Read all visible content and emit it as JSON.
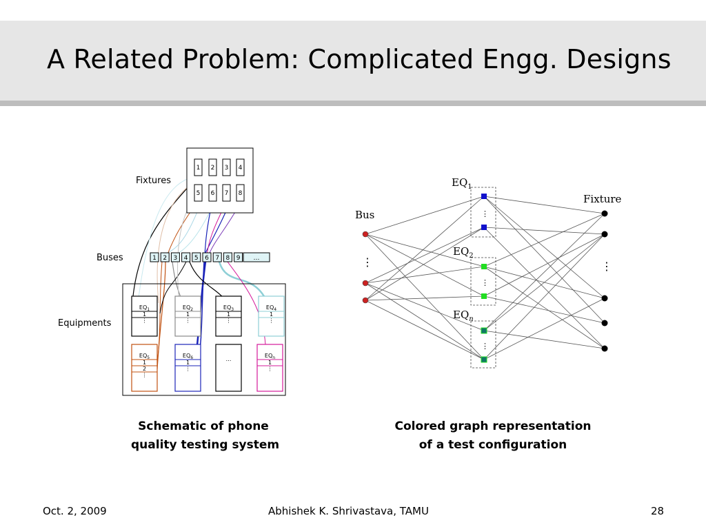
{
  "slide": {
    "title": "A Related Problem: Complicated Engg. Designs"
  },
  "schematic": {
    "label_fixtures": "Fixtures",
    "label_buses": "Buses",
    "label_equipments": "Equipments",
    "fixtures": [
      "1",
      "2",
      "3",
      "4",
      "5",
      "6",
      "7",
      "8"
    ],
    "buses": [
      "1",
      "2",
      "3",
      "4",
      "5",
      "6",
      "7",
      "8",
      "9",
      "…"
    ],
    "equipments": [
      {
        "name": "EQ",
        "sub": "1",
        "rows": [
          "1",
          "⋮"
        ],
        "color": "#000000"
      },
      {
        "name": "EQ",
        "sub": "2",
        "rows": [
          "1",
          "⋮"
        ],
        "color": "#888888"
      },
      {
        "name": "EQ",
        "sub": "3",
        "rows": [
          "1",
          "⋮"
        ],
        "color": "#000000"
      },
      {
        "name": "EQ",
        "sub": "4",
        "rows": [
          "1",
          "⋮"
        ],
        "color": "#8ecfd6"
      },
      {
        "name": "EQ",
        "sub": "5",
        "rows": [
          "1",
          "2",
          "⋮"
        ],
        "color": "#c0500f"
      },
      {
        "name": "EQ",
        "sub": "6",
        "rows": [
          "1",
          "⋮"
        ],
        "color": "#1a23b8"
      },
      {
        "name": "",
        "sub": "",
        "rows": [
          "…"
        ],
        "color": "#000000"
      },
      {
        "name": "EQ",
        "sub": "n",
        "rows": [
          "1",
          "⋮"
        ],
        "color": "#d4199a"
      }
    ],
    "caption_line1": "Schematic of phone",
    "caption_line2": "quality testing system"
  },
  "graph": {
    "label_bus": "Bus",
    "label_fixture": "Fixture",
    "eq_labels": [
      {
        "name": "EQ",
        "sub": "1"
      },
      {
        "name": "EQ",
        "sub": "2"
      },
      {
        "name": "EQ",
        "sub": "n"
      }
    ],
    "vdots": "⋮",
    "colors": {
      "bus_node": "#cc2222",
      "eq1_node": "#1111cc",
      "eq2_node": "#22dd22",
      "eqn_node": "#117766",
      "fixture_node": "#000000",
      "edge": "#555555"
    },
    "caption_line1": "Colored graph representation",
    "caption_line2": "of a test configuration"
  },
  "footer": {
    "date": "Oct. 2, 2009",
    "author": "Abhishek K. Shrivastava, TAMU",
    "page": "28"
  }
}
